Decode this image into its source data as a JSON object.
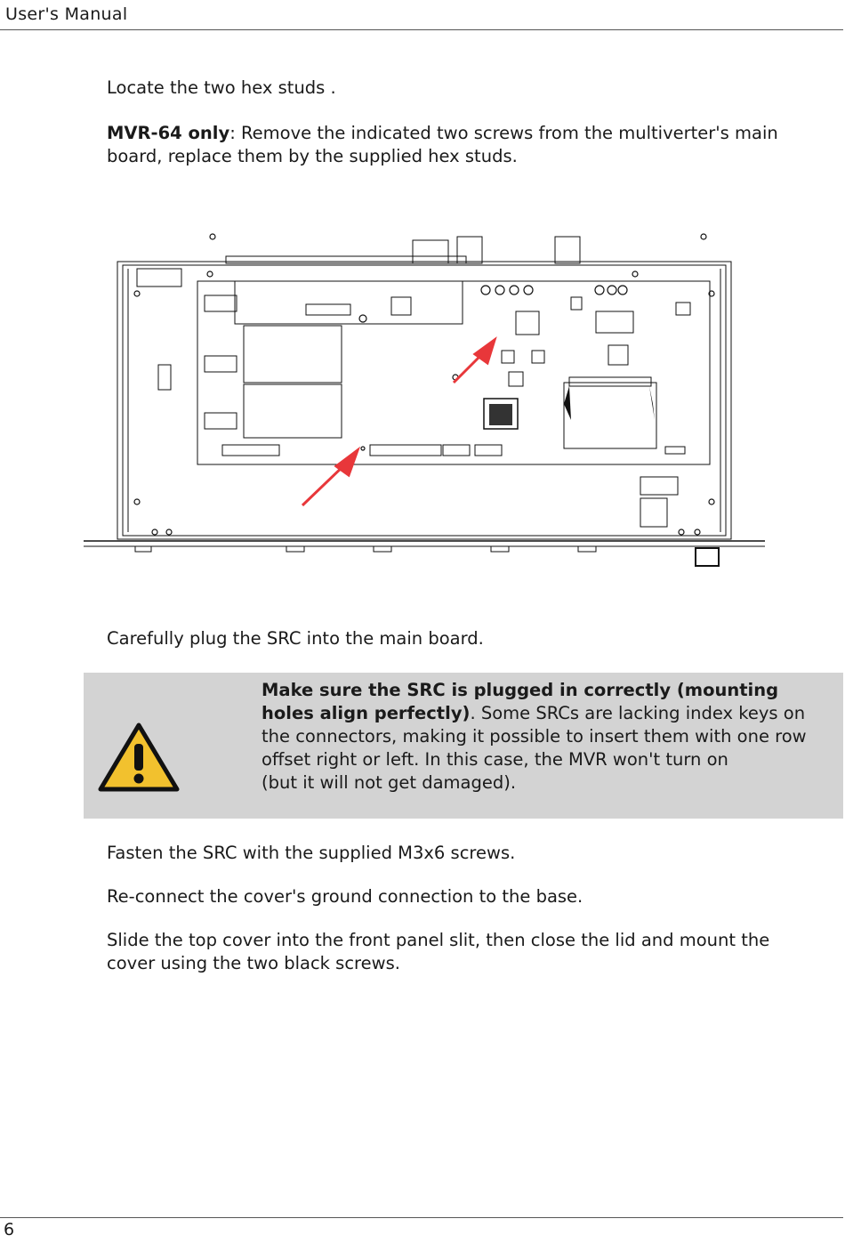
{
  "header": {
    "title": "User's Manual"
  },
  "steps": {
    "locate": "Locate the two hex studs .",
    "mvr_bold": "MVR-64 only",
    "mvr_rest": ": Remove the indicated two screws from the multiverter's main board, replace them by the supplied hex studs.",
    "plug": "Carefully plug the SRC into the main board.",
    "fasten": "Fasten the SRC with the supplied M3x6 screws.",
    "reconnect": "Re-connect the cover's ground connection to the base.",
    "slide": "Slide the top cover into the front panel slit, then close the lid and mount the cover using the two black screws."
  },
  "warning": {
    "bold": "Make sure the SRC is plugged in correctly (mounting holes align perfectly)",
    "rest": ". Some SRCs are lacking index keys on the connectors, making it possible to insert them with one row offset right or left. In this case, the MVR won't turn on",
    "rest2": "(but it will not get damaged).",
    "icon": "warning-triangle-icon",
    "icon_color": "#f2c12e"
  },
  "figure": {
    "arrow_color": "#e8373a"
  },
  "footer": {
    "page_number": "6"
  }
}
